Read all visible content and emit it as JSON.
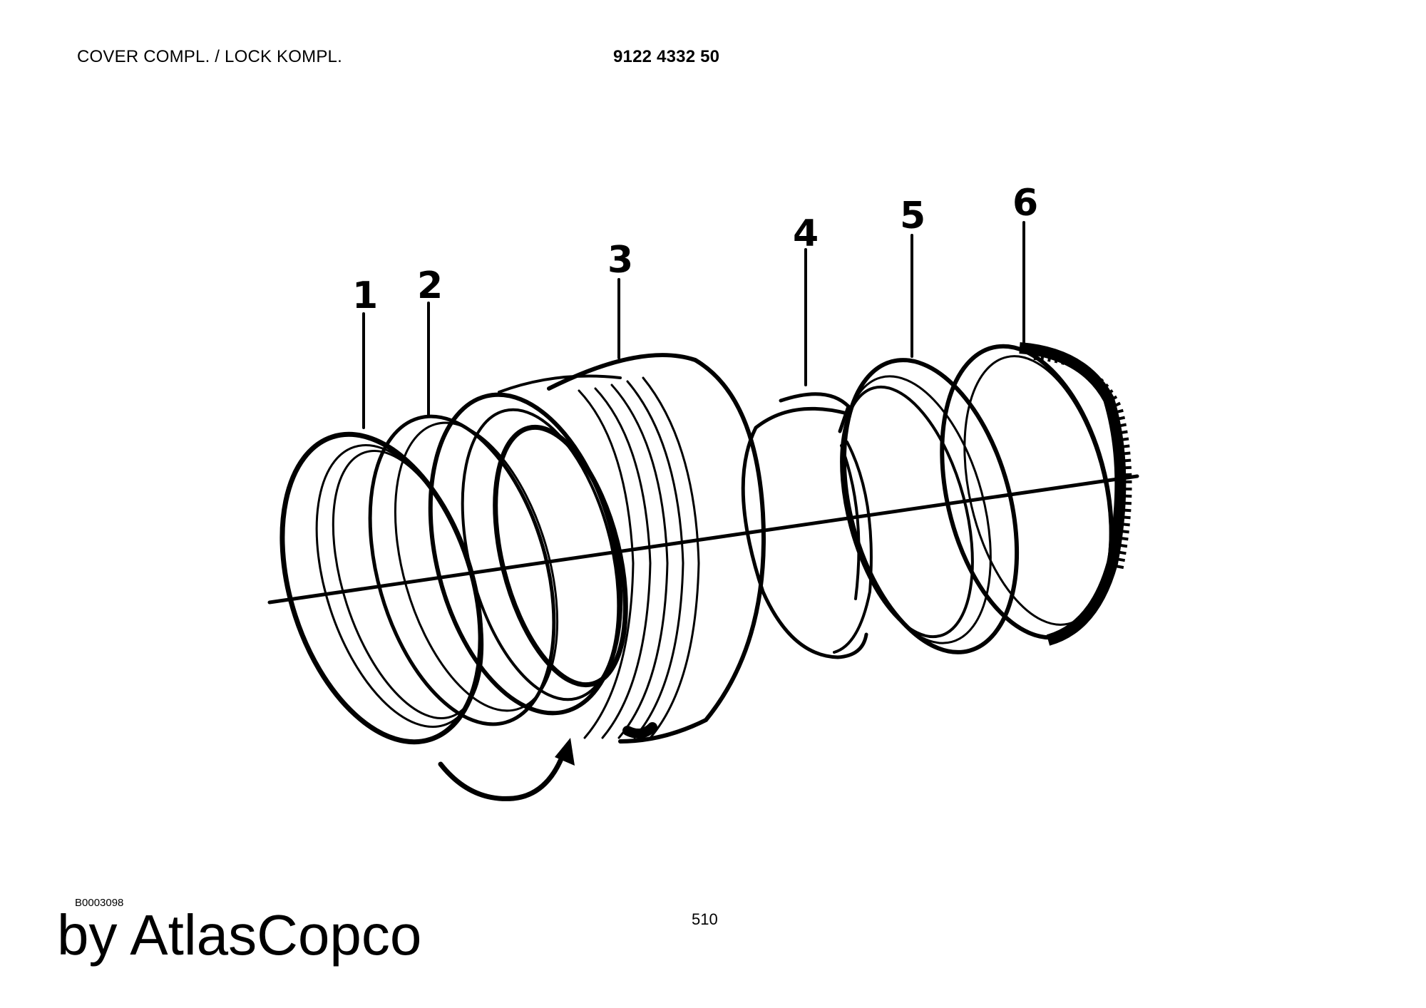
{
  "header": {
    "title": "COVER COMPL. / LOCK KOMPL.",
    "part_number": "9122 4332 50"
  },
  "diagram": {
    "callouts": [
      "1",
      "2",
      "3",
      "4",
      "5",
      "6"
    ]
  },
  "footer": {
    "drawing_id": "B0003098",
    "page_number": "510",
    "brand": "by AtlasCopco"
  }
}
